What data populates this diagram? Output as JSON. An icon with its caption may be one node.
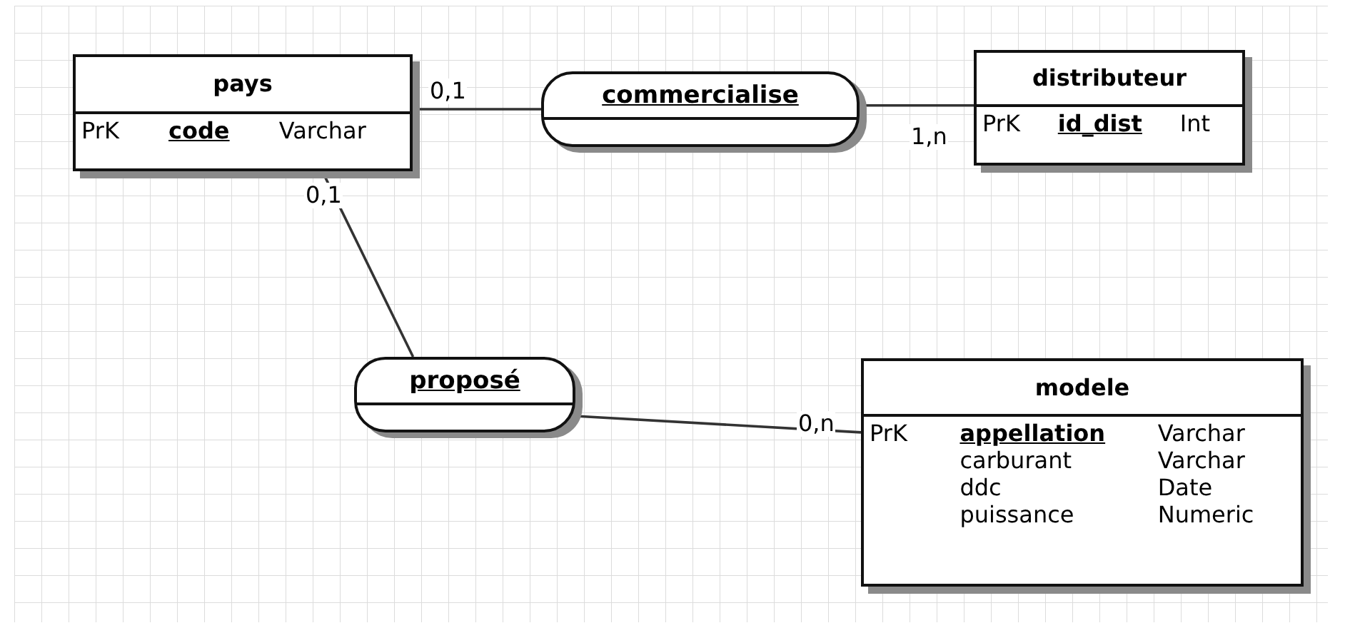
{
  "diagram": {
    "nodes": [
      {
        "text": [
          "pays",
          "PrK",
          "code",
          "Varchar"
        ]
      },
      {
        "text": [
          "commercialise"
        ]
      },
      {
        "text": [
          "distributeur",
          "PrK",
          "id_dist",
          "Int"
        ]
      },
      {
        "text": [
          "proposé"
        ]
      },
      {
        "text": [
          "modele",
          "PrK",
          "appellation",
          "Varchar",
          "carburant",
          "Varchar",
          "ddc",
          "Date",
          "puissance",
          "Numeric"
        ]
      }
    ],
    "edges": [
      {
        "from": 0,
        "to": 1,
        "arrow": "none",
        "label": "0,1"
      },
      {
        "from": 2,
        "to": 1,
        "arrow": "none",
        "label": "1,n"
      },
      {
        "from": 0,
        "to": 3,
        "arrow": "none",
        "label": "0,1"
      },
      {
        "from": 4,
        "to": 3,
        "arrow": "none",
        "label": "0,n"
      }
    ]
  }
}
